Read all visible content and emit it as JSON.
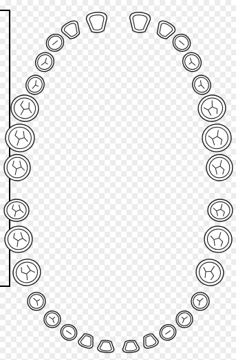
{
  "diagram": {
    "subject": "dental-occlusal-outline",
    "background": "checkerboard-transparency",
    "stroke_color": "#1a1a1a",
    "fill_color": "#ffffff",
    "arches": [
      {
        "id": "upper",
        "teeth": 16
      },
      {
        "id": "lower",
        "teeth": 16
      }
    ]
  }
}
